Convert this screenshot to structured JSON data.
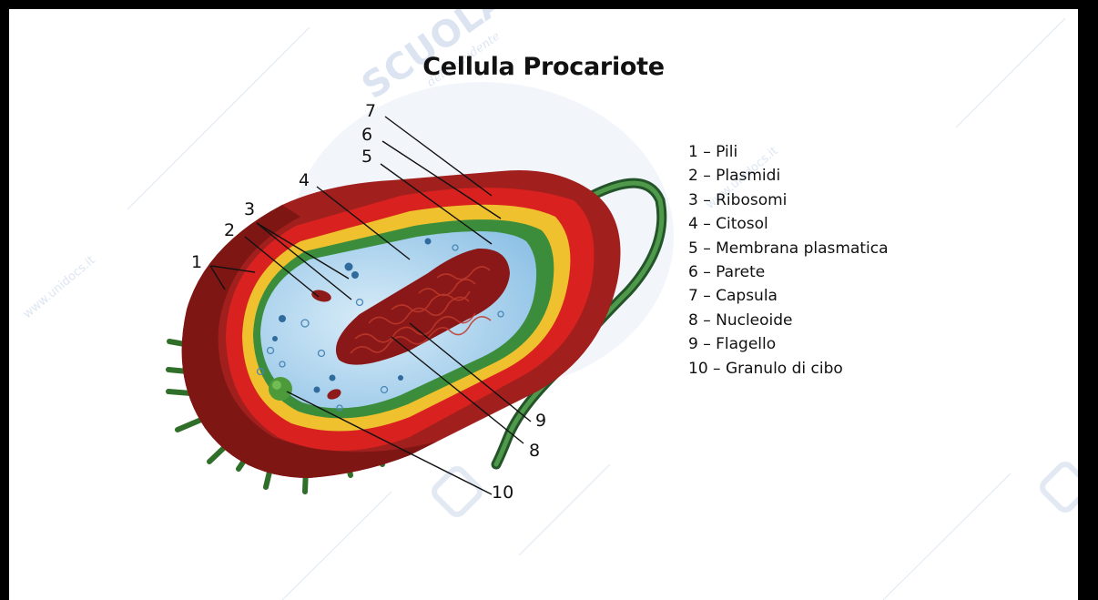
{
  "title": "Cellula Procariote",
  "legend": [
    "1 – Pili",
    "2 – Plasmidi",
    "3 – Ribosomi",
    "4 – Citosol",
    "5 – Membrana plasmatica",
    "6 – Parete",
    "7 – Capsula",
    "8 – Nucleoide",
    "9 – Flagello",
    "10 – Granulo di cibo"
  ],
  "callouts": {
    "n1": "1",
    "n2": "2",
    "n3": "3",
    "n4": "4",
    "n5": "5",
    "n6": "6",
    "n7": "7",
    "n8": "8",
    "n9": "9",
    "n10": "10"
  },
  "watermark": {
    "logo_text": "SCUOLA",
    "logo_subtext": "dello studente",
    "site_text": "www.unidocs.it"
  },
  "colors": {
    "capsule": "#b8201e",
    "cell_wall": "#e8b526",
    "membrane": "#3a8f3c",
    "cytosol": "#a9d3ee",
    "nucleoid": "#8a1818",
    "flagellum": "#2f6e2f",
    "pili": "#3e7a2e"
  }
}
